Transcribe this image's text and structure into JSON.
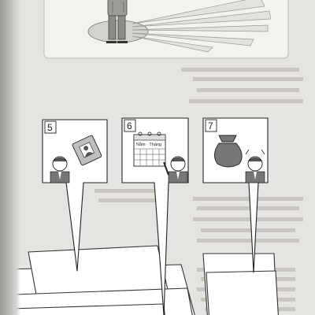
{
  "panels": [
    {
      "number": "5",
      "icon": "id-card-icon"
    },
    {
      "number": "6",
      "icon": "calendar-icon",
      "calendar_label": "Năm · Tháng"
    },
    {
      "number": "7",
      "icon": "money-bag-icon"
    }
  ],
  "colors": {
    "paper": "#e6e4e0",
    "ink": "#222222",
    "panel_fill": "#ffffff"
  }
}
